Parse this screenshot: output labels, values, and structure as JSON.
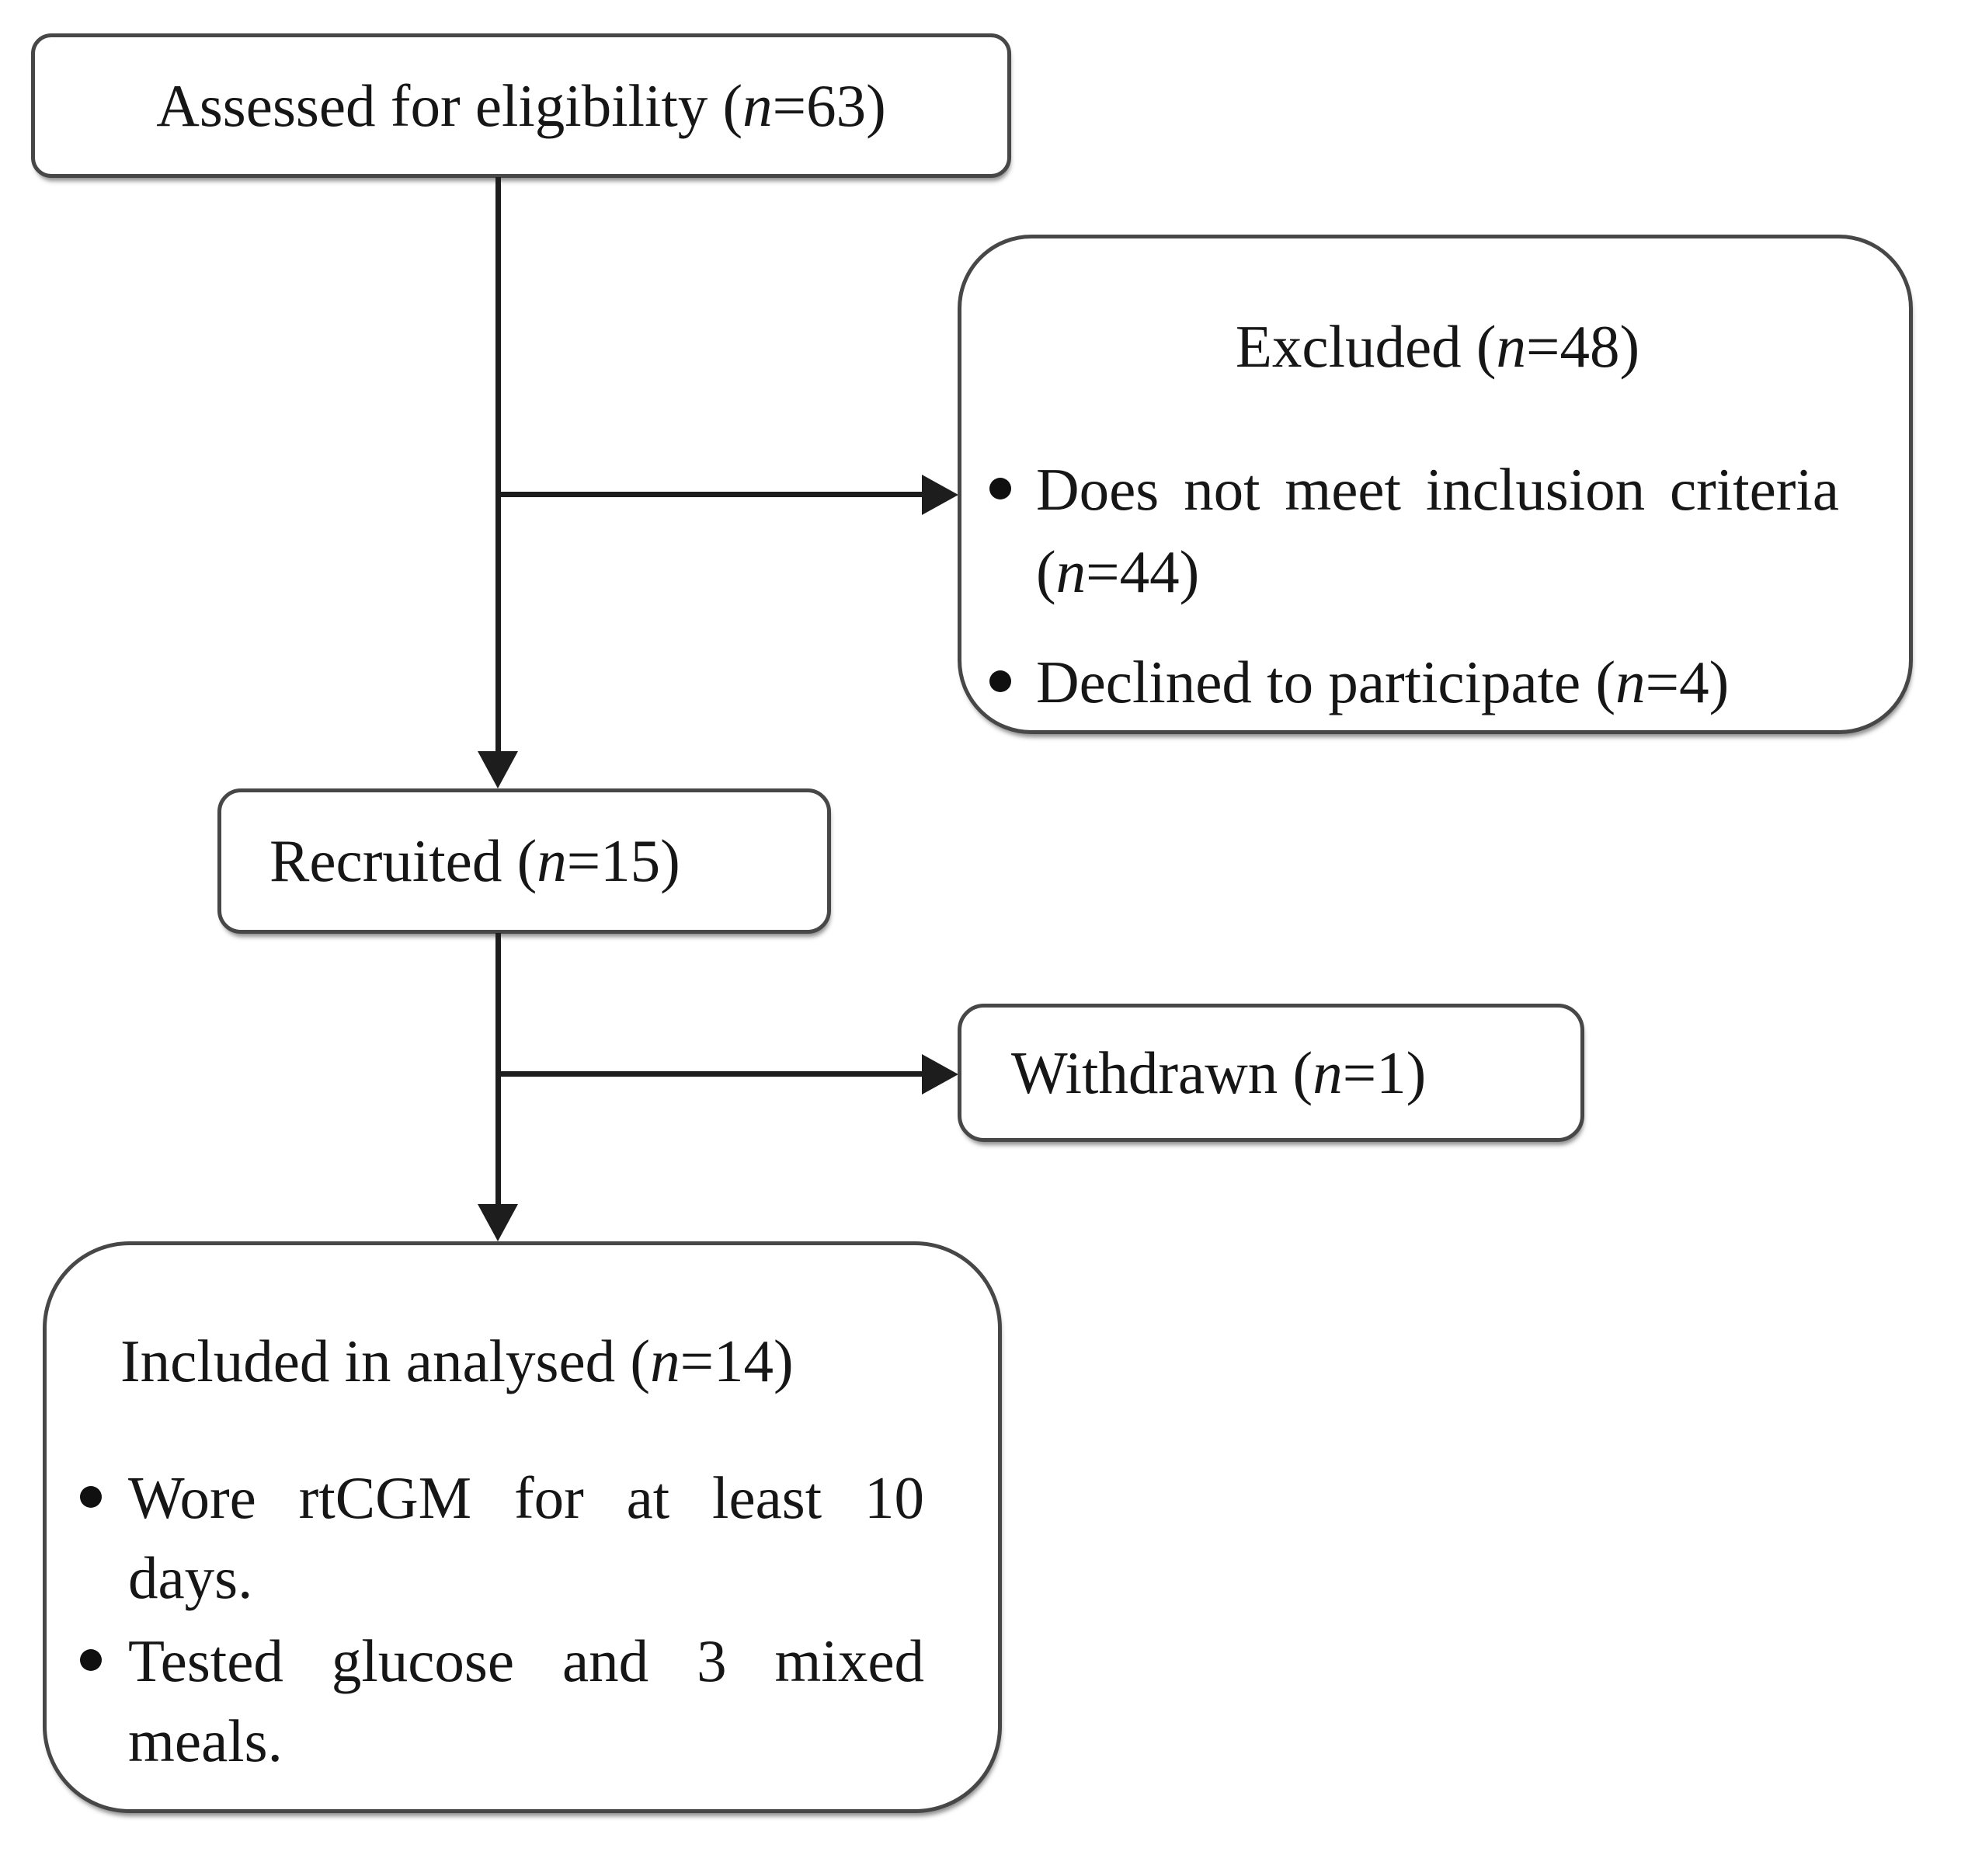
{
  "colors": {
    "background": "#ffffff",
    "box_border": "#474747",
    "arrow": "#1d1d1d",
    "text": "#161616",
    "bullet": "#101010"
  },
  "flow": {
    "assessed": {
      "pre": "Assessed for eligibility (",
      "n": "n",
      "post": "=63)"
    },
    "excluded": {
      "title": {
        "pre": "Excluded (",
        "n": "n",
        "post": "=48)"
      },
      "bullets": [
        {
          "pre": "Does not meet inclusion criteria (",
          "n": "n",
          "post": "=44)"
        },
        {
          "pre": "Declined to participate (",
          "n": "n",
          "post": "=4)"
        }
      ]
    },
    "recruited": {
      "pre": "Recruited (",
      "n": "n",
      "post": "=15)"
    },
    "withdrawn": {
      "pre": "Withdrawn (",
      "n": "n",
      "post": "=1)"
    },
    "included": {
      "title": {
        "pre": "Included in analysed (",
        "n": "n",
        "post": "=14)"
      },
      "bullets": [
        {
          "pre": "Wore rtCGM for at least 10 days.",
          "n": "",
          "post": ""
        },
        {
          "pre": "Tested glucose and 3 mixed meals.",
          "n": "",
          "post": ""
        }
      ]
    }
  }
}
